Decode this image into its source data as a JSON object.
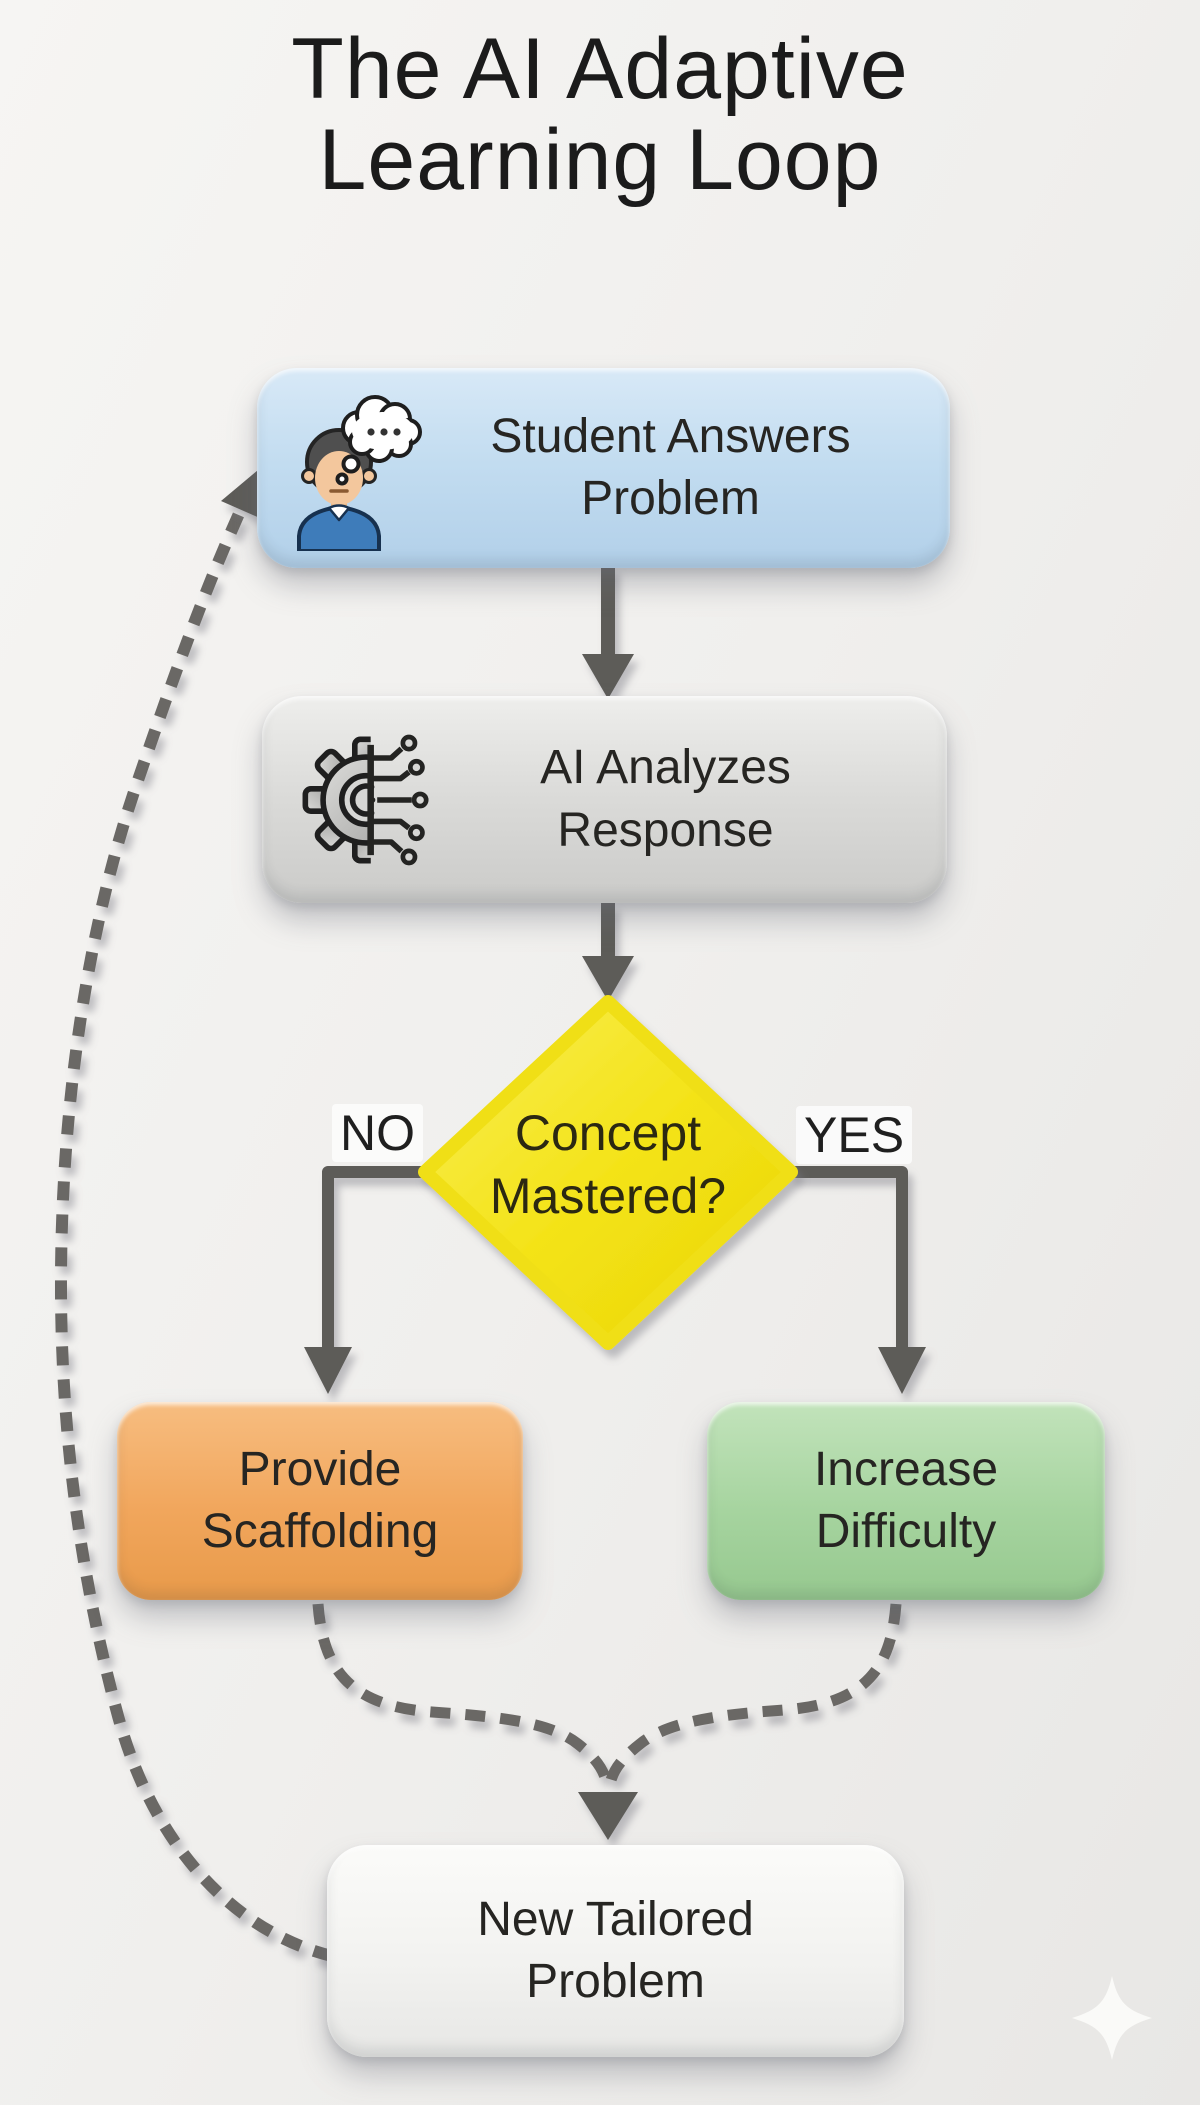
{
  "title": {
    "line1": "The AI Adaptive",
    "line2": "Learning Loop"
  },
  "nodes": {
    "student": {
      "label_line1": "Student Answers",
      "label_line2": "Problem",
      "color": "#c2dcf0",
      "icon": "student-thinking-icon"
    },
    "ai": {
      "label_line1": "AI Analyzes",
      "label_line2": "Response",
      "color": "#d9d9d7",
      "icon": "gear-circuit-icon"
    },
    "decision": {
      "label_line1": "Concept",
      "label_line2": "Mastered?",
      "color": "#f4e31c",
      "shape": "diamond"
    },
    "scaffold": {
      "label_line1": "Provide",
      "label_line2": "Scaffolding",
      "color": "#f1a65c"
    },
    "difficulty": {
      "label_line1": "Increase",
      "label_line2": "Difficulty",
      "color": "#a6d49f"
    },
    "new_problem": {
      "label_line1": "New Tailored",
      "label_line2": "Problem",
      "color": "#f2f2f0"
    }
  },
  "branch_labels": {
    "no": "NO",
    "yes": "YES"
  },
  "connectors": {
    "student_to_ai": "solid-arrow",
    "ai_to_decision": "solid-arrow",
    "decision_no_to_scaffold": "solid-elbow-arrow",
    "decision_yes_to_difficulty": "solid-elbow-arrow",
    "scaffold_to_new_problem": "dashed-curve",
    "difficulty_to_new_problem": "dashed-curve",
    "new_problem_loop_to_student": "dashed-curve-arrow"
  },
  "colors": {
    "background": "#efeeec",
    "solid_connector": "#5d5b58",
    "dashed_connector": "#6b6865",
    "text": "#1b1b1b"
  }
}
